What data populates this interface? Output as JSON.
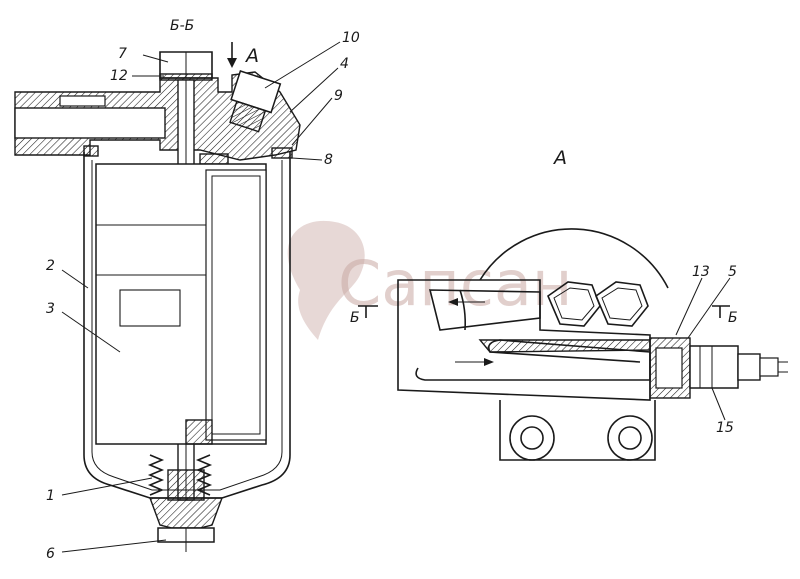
{
  "section_title": "Б-Б",
  "view_label": "А",
  "arrow_label": "А",
  "cut_mark_left": "Б",
  "cut_mark_right": "Б",
  "watermark": "Сапсан",
  "part_labels": {
    "p1": "1",
    "p2": "2",
    "p3": "3",
    "p4": "4",
    "p5": "5",
    "p6": "6",
    "p7": "7",
    "p8": "8",
    "p9": "9",
    "p10": "10",
    "p12": "12",
    "p13": "13",
    "p15": "15"
  },
  "colors": {
    "ink": "#1a1a1a",
    "watermark": "#c9a9a4"
  }
}
